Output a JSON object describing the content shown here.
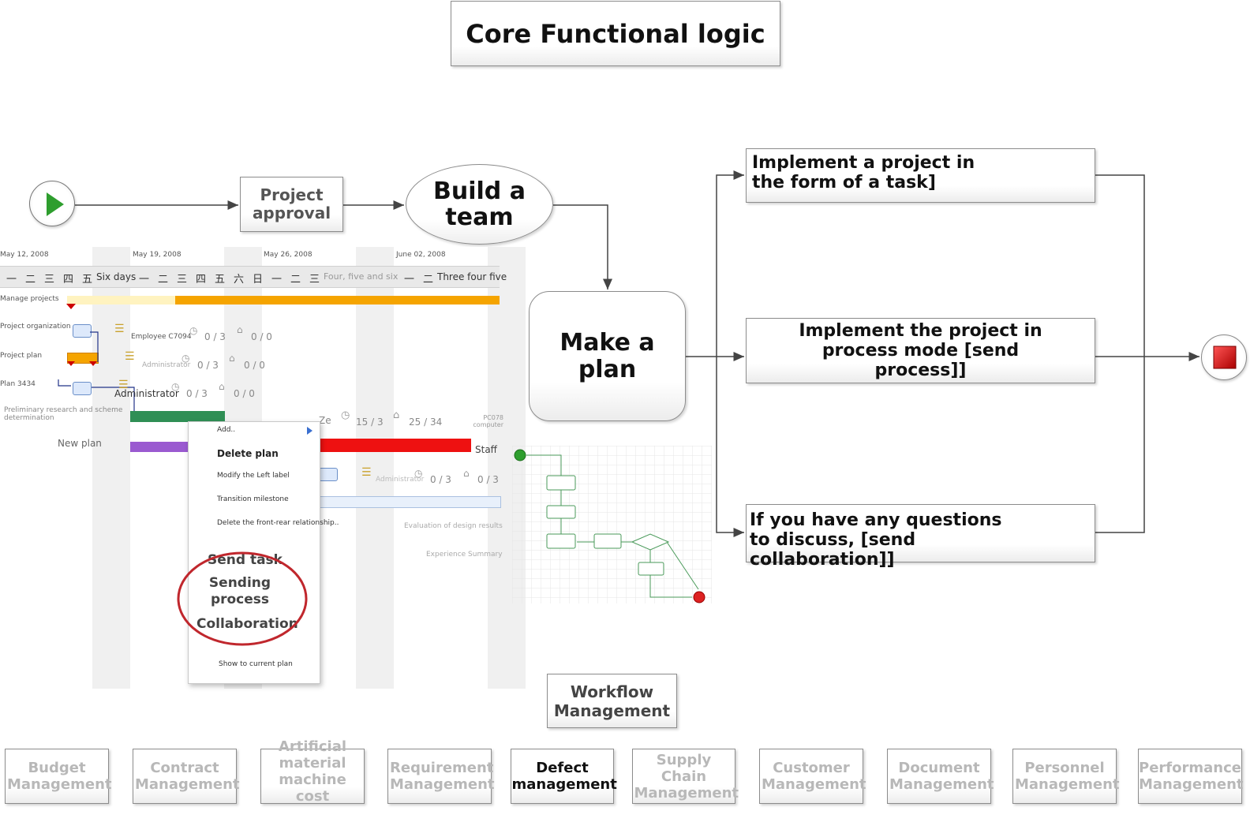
{
  "title": "Core Functional logic",
  "flow": {
    "approval": "Project approval",
    "team": "Build a team",
    "plan": "Make a plan",
    "task_mode": "Implement a project in the form of a task]",
    "process_mode": "Implement the project in process mode [send process]]",
    "collab_mode": "If you have any questions to discuss, [send collaboration]]"
  },
  "gantt": {
    "dates": [
      "May 12, 2008",
      "May 19, 2008",
      "May 26, 2008",
      "June 02, 2008"
    ],
    "weekdays": [
      "一",
      "二",
      "三",
      "四",
      "五",
      "六",
      "日"
    ],
    "week_labels": [
      "Six days",
      "Four, five and six",
      "Three four five"
    ],
    "rows": {
      "manage": "Manage projects",
      "org": "Project organization",
      "plan": "Project plan",
      "plan3434": "Plan 3434",
      "research": "Preliminary research and scheme determination",
      "newplan": "New plan",
      "evaluation": "Evaluation of design results",
      "experience": "Experience Summary"
    },
    "resources": {
      "employee": "Employee C7094",
      "admin_faint": "Administrator",
      "admin": "Administrator",
      "admin2": "Administrator",
      "pc": "PC078 computer",
      "staff": "Staff",
      "ze": "Ze"
    },
    "counts": {
      "r1a": "0 / 3",
      "r1b": "0 / 0",
      "r2a": "0 / 3",
      "r2b": "0 / 0",
      "r3a": "0 / 3",
      "r3b": "0 / 0",
      "r4a": "15 / 3",
      "r4b": "25 / 34",
      "r5a": "0 / 3",
      "r5b": "0 / 3"
    },
    "menu": {
      "add": "Add..",
      "delete": "Delete plan",
      "modify": "Modify the Left label",
      "transition": "Transition milestone",
      "delete_rel": "Delete the front-rear relationship..",
      "send_task": "Send task",
      "sending_process": "Sending process",
      "collaboration": "Collaboration",
      "show": "Show to current plan"
    }
  },
  "workflow": "Workflow Management",
  "modules": [
    "Budget Management",
    "Contract Management",
    "Artificial material machine cost",
    "Requirement Management",
    "Defect management",
    "Supply Chain Management",
    "Customer Management",
    "Document Management",
    "Personnel Management",
    "Performance Management"
  ],
  "colors": {
    "start": "#2e9e2e",
    "stop": "#cc1111",
    "gantt_orange": "#f5a400",
    "gantt_red": "#ee1111",
    "gantt_green": "#2f8f55",
    "gantt_purple": "#9a5ad0",
    "circle_highlight": "#c0272d"
  }
}
